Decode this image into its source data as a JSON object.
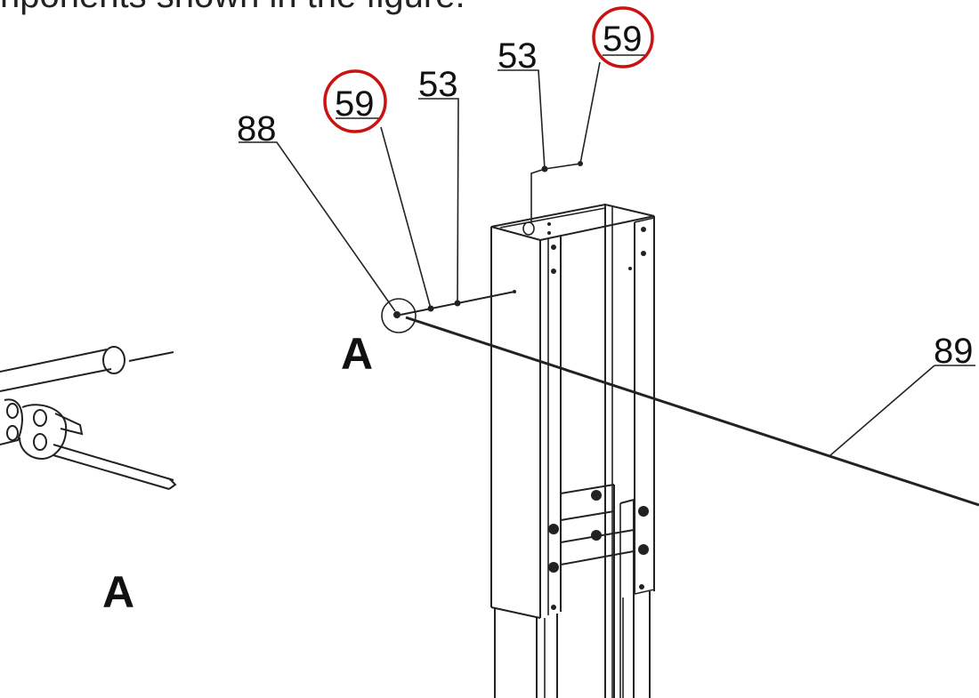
{
  "header_text": "nponents shown in the figure.",
  "labels": {
    "part_88": "88",
    "part_59_left": "59",
    "part_53_left": "53",
    "part_53_right": "53",
    "part_59_right": "59",
    "part_89": "89"
  },
  "detail_labels": {
    "detail_a_upper": "A",
    "detail_a_lower": "A"
  },
  "colors": {
    "highlight_circle": "#cc1111",
    "line": "#222222"
  }
}
